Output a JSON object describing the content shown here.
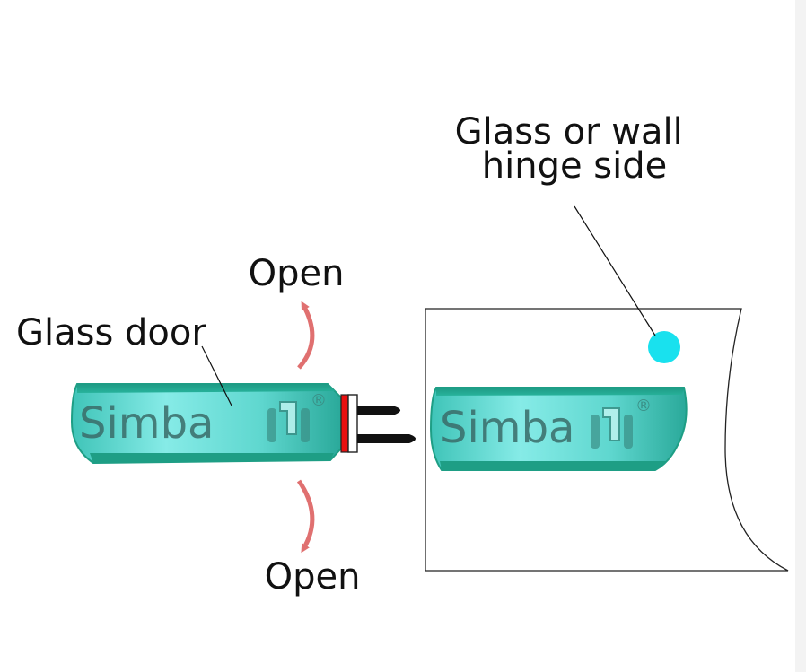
{
  "labels": {
    "hinge_side": [
      "Glass or wall",
      "hinge  side"
    ],
    "glass_door": "Glass door",
    "open_top": "Open",
    "open_bottom": "Open"
  },
  "brand": {
    "name_left": "Simba",
    "name_right": "Simba",
    "registered_mark": "®"
  },
  "colors": {
    "glass_edge": "#1e9e85",
    "glass_fill": "#7fe7e5",
    "arrow": "#e07070",
    "seal": "#e81010",
    "marker": "#19e1ee"
  },
  "icons": {
    "logo": "simba-logo-icon",
    "marker": "cyan-dot-icon"
  }
}
